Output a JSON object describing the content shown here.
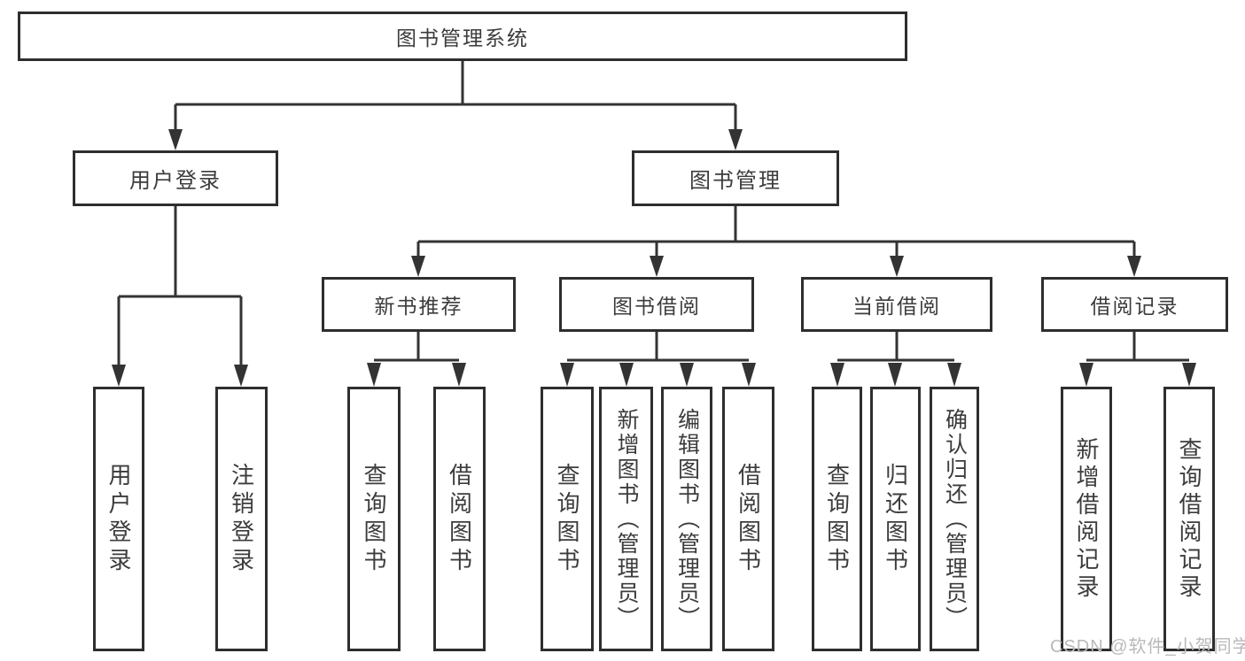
{
  "diagram": {
    "root": {
      "label": "图书管理系统"
    },
    "branches": [
      {
        "label": "用户登录",
        "leaves": [
          {
            "label": "用户登录"
          },
          {
            "label": "注销登录"
          }
        ]
      },
      {
        "label": "图书管理",
        "sections": [
          {
            "label": "新书推荐",
            "leaves": [
              {
                "label": "查询图书"
              },
              {
                "label": "借阅图书"
              }
            ]
          },
          {
            "label": "图书借阅",
            "leaves": [
              {
                "label": "查询图书"
              },
              {
                "label": "新增图书（管理员）"
              },
              {
                "label": "编辑图书（管理员）"
              },
              {
                "label": "借阅图书"
              }
            ]
          },
          {
            "label": "当前借阅",
            "leaves": [
              {
                "label": "查询图书"
              },
              {
                "label": "归还图书"
              },
              {
                "label": "确认归还（管理员）"
              }
            ]
          },
          {
            "label": "借阅记录",
            "leaves": [
              {
                "label": "新增借阅记录"
              },
              {
                "label": "查询借阅记录"
              }
            ]
          }
        ]
      }
    ]
  },
  "watermark": "CSDN @软件_小贺同学",
  "colors": {
    "line": "#333333",
    "box_border": "#2e2e2e",
    "text": "#3c3c3c",
    "background": "#ffffff",
    "watermark": "#b9b9b9"
  }
}
